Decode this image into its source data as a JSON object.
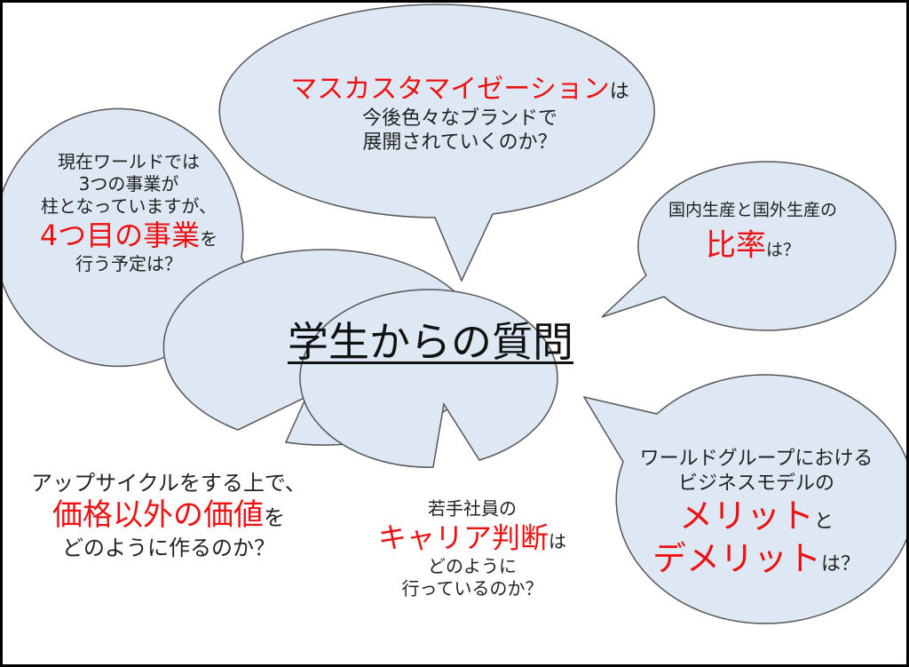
{
  "colors": {
    "bubble_fill": "#dde8f4",
    "bubble_stroke": "#555555",
    "highlight": "#ee1111"
  },
  "title": "学生からの質問",
  "bubbles": {
    "top": {
      "l1_red": "マスカスタマイゼーション",
      "l1_rest": "は",
      "l2": "今後色々なブランドで",
      "l3": "展開されていくのか？"
    },
    "left_top": {
      "l1": "現在ワールドでは",
      "l2": "3つの事業が",
      "l3": "柱となっていますが、",
      "l4_red": "4つ目の事業",
      "l4_rest": "を",
      "l5": "行う予定は？"
    },
    "right_top": {
      "l1": "国内生産と国外生産の",
      "l2_red": "比率",
      "l2_rest": "は？"
    },
    "bottom_left": {
      "l1": "アップサイクルをする上で、",
      "l2_red": "価格以外の価値",
      "l2_rest": "を",
      "l3": "どのように作るのか？"
    },
    "bottom_middle": {
      "l1": "若手社員の",
      "l2_red": "キャリア判断",
      "l2_rest": "は",
      "l3": "どのように",
      "l4": "行っているのか？"
    },
    "bottom_right": {
      "l1": "ワールドグループにおける",
      "l2": "ビジネスモデルの",
      "l3_red": "メリット",
      "l3_rest": "と",
      "l4_red": "デメリット",
      "l4_rest": "は？"
    }
  }
}
